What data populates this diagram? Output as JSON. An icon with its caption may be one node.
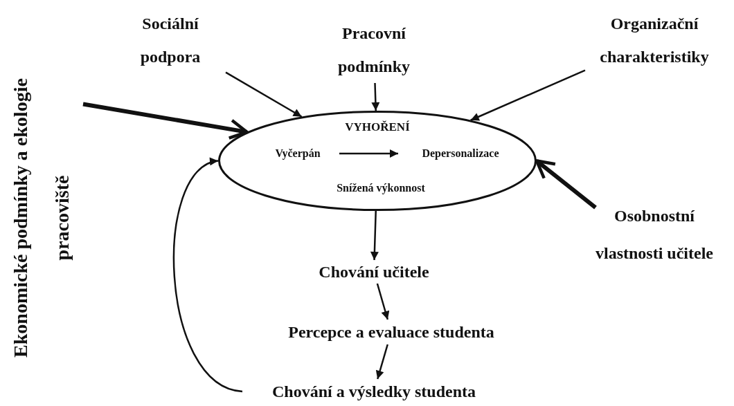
{
  "diagram": {
    "nodes": [
      {
        "text": [
          "VYHOŘENÍ"
        ]
      },
      {
        "text": [
          "Vyčerpán"
        ],
        "in": 0
      },
      {
        "text": [
          "Depersonalizace"
        ],
        "in": 0
      },
      {
        "text": [
          "Snížená výkonnost"
        ],
        "in": 0
      },
      {
        "text": [
          "Sociální podpora"
        ]
      },
      {
        "text": [
          "Pracovní podmínky"
        ]
      },
      {
        "text": [
          "Organizační charakteristiky"
        ]
      },
      {
        "text": [
          "Ekonomické podmínky a ekologie pracoviště"
        ]
      },
      {
        "text": [
          "Osobnostní vlastnosti učitele"
        ]
      },
      {
        "text": [
          "Chování učitele"
        ]
      },
      {
        "text": [
          "Percepce a evaluace studenta"
        ]
      },
      {
        "text": [
          "Chování a výsledky studenta"
        ]
      }
    ],
    "edges": [
      {
        "from": 4,
        "to": 0,
        "arrow": "to"
      },
      {
        "from": 5,
        "to": 0,
        "arrow": "to"
      },
      {
        "from": 6,
        "to": 0,
        "arrow": "to"
      },
      {
        "from": 7,
        "to": 0,
        "arrow": "to",
        "style": "thick"
      },
      {
        "from": 8,
        "to": 0,
        "arrow": "to",
        "style": "thick"
      },
      {
        "from": 1,
        "to": 2,
        "arrow": "to"
      },
      {
        "from": 0,
        "to": 9,
        "arrow": "to"
      },
      {
        "from": 9,
        "to": 10,
        "arrow": "to"
      },
      {
        "from": 10,
        "to": 11,
        "arrow": "to"
      },
      {
        "from": 11,
        "to": 0,
        "arrow": "to"
      }
    ]
  }
}
